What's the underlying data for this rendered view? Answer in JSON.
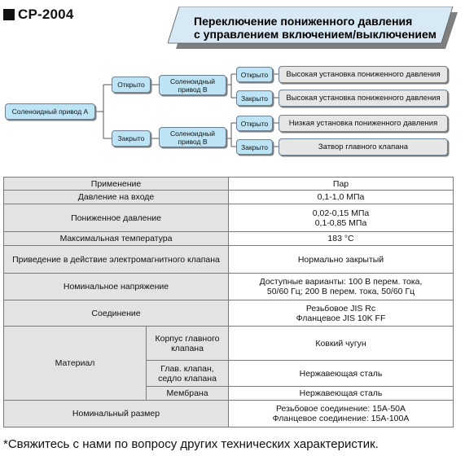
{
  "model": "CP-2004",
  "banner": {
    "line1": "Переключение пониженного давления",
    "line2": "с управлением включением/выключением"
  },
  "diagram": {
    "root": "Соленоидный привод А",
    "open1": "Открыто",
    "closed1": "Закрыто",
    "solenoid_b_line1": "Соленоидный",
    "solenoid_b_line2": "привод В",
    "open2": "Открыто",
    "closed2": "Закрыто",
    "open3": "Открыто",
    "closed3": "Закрыто",
    "result_high": "Высокая установка пониженного давления",
    "result_high2": "Высокая установка пониженного давления",
    "result_low": "Низкая установка пониженного давления",
    "result_valve": "Затвор главного клапана"
  },
  "table": {
    "application_label": "Применение",
    "application_value": "Пар",
    "inlet_label": "Давление на входе",
    "inlet_value": "0,1-1,0 МПа",
    "reduced_label": "Пониженное давление",
    "reduced_value1": "0,02-0,15 МПа",
    "reduced_value2": "0,1-0,85 МПа",
    "maxtemp_label": "Максимальная температура",
    "maxtemp_value": "183 °C",
    "actuation_label": "Приведение в действие электромагнитного клапана",
    "actuation_value": "Нормально закрытый",
    "voltage_label": "Номинальное напряжение",
    "voltage_value1": "Доступные варианты: 100 В перем. тока,",
    "voltage_value2": "50/60 Гц; 200 В перем. тока, 50/60 Гц",
    "connection_label": "Соединение",
    "connection_value1": "Резьбовое JIS Rc",
    "connection_value2": "Фланцевое JIS 10K FF",
    "material_label": "Материал",
    "body_label": "Корпус главного клапана",
    "body_value": "Ковкий чугун",
    "valve_label": "Глав. клапан, седло клапана",
    "valve_value": "Нержавеющая сталь",
    "membrane_label": "Мембрана",
    "membrane_value": "Нержавеющая сталь",
    "size_label": "Номинальный размер",
    "size_value1": "Резьбовое соединение: 15A-50A",
    "size_value2": "Фланцевое соединение: 15A-100A"
  },
  "footnote": "*Свяжитесь с нами по вопросу других технических характеристик."
}
